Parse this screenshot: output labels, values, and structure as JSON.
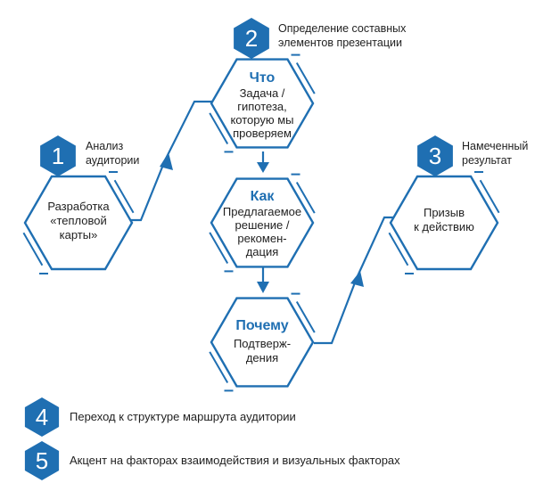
{
  "colors": {
    "accent": "#1f6fb2",
    "text": "#1f1f1f",
    "bg": "#ffffff"
  },
  "steps": [
    {
      "number": "1",
      "label_lines": [
        "Анализ",
        "аудитории"
      ]
    },
    {
      "number": "2",
      "label_lines": [
        "Определение составных",
        "элементов презентации"
      ]
    },
    {
      "number": "3",
      "label_lines": [
        "Намеченный",
        "результат"
      ]
    }
  ],
  "hexagons": {
    "heatmap": {
      "lines": [
        "Разработка",
        "«тепловой",
        "карты»"
      ]
    },
    "what": {
      "title": "Что",
      "lines": [
        "Задача /",
        "гипотеза,",
        "которую мы",
        "проверяем"
      ]
    },
    "how": {
      "title": "Как",
      "lines": [
        "Предлагаемое",
        "решение /",
        "рекомен-",
        "дация"
      ]
    },
    "why": {
      "title": "Почему",
      "lines": [
        "Подтверж-",
        "дения"
      ]
    },
    "cta": {
      "lines": [
        "Призыв",
        "к действию"
      ]
    }
  },
  "legend": [
    {
      "number": "4",
      "text": "Переход к структуре маршрута аудитории"
    },
    {
      "number": "5",
      "text": "Акцент на факторах взаимодействия и визуальных факторах"
    }
  ]
}
